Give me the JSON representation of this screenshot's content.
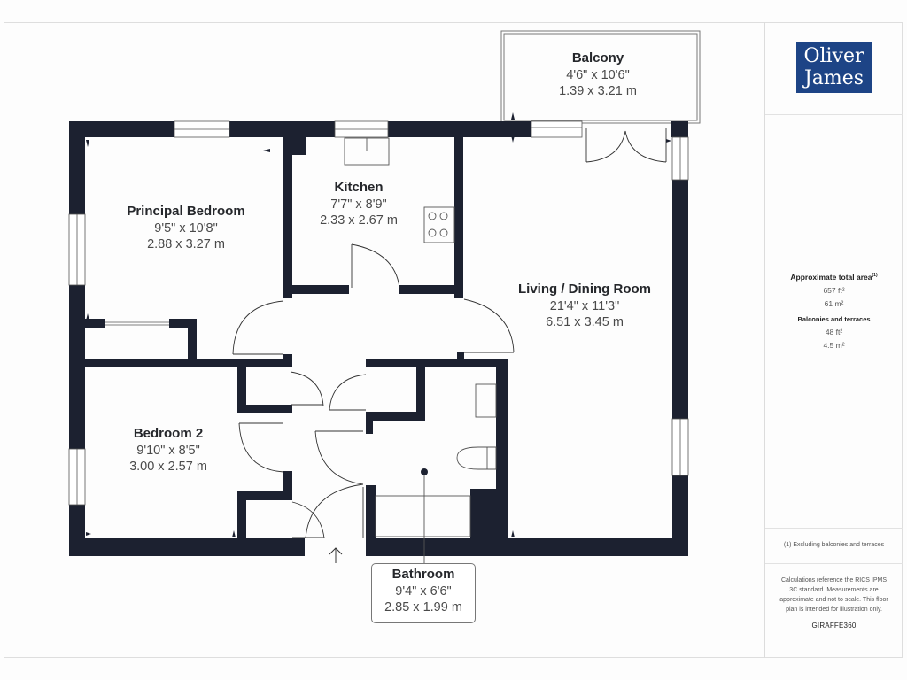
{
  "brand": {
    "logo_line1": "Oliver",
    "logo_line2": "James",
    "logo_color": "#1d4486",
    "footer_brand": "GIRAFFE360"
  },
  "rooms": [
    {
      "name": "Principal Bedroom",
      "imperial": "9'5\" x 10'8\"",
      "metric": "2.88 x 3.27 m"
    },
    {
      "name": "Kitchen",
      "imperial": "7'7\" x 8'9\"",
      "metric": "2.33 x 2.67 m"
    },
    {
      "name": "Balcony",
      "imperial": "4'6\" x 10'6\"",
      "metric": "1.39 x 3.21 m"
    },
    {
      "name": "Living / Dining Room",
      "imperial": "21'4\" x 11'3\"",
      "metric": "6.51 x 3.45 m"
    },
    {
      "name": "Bedroom 2",
      "imperial": "9'10\" x 8'5\"",
      "metric": "3.00 x 2.57 m"
    },
    {
      "name": "Bathroom",
      "imperial": "9'4\" x 6'6\"",
      "metric": "2.85 x 1.99 m"
    }
  ],
  "area": {
    "total_heading": "Approximate total area",
    "total_footnote_mark": "(1)",
    "total_ft": "657 ft²",
    "total_m": "61 m²",
    "balcony_heading": "Balconies and terraces",
    "balcony_ft": "48 ft²",
    "balcony_m": "4.5 m²"
  },
  "footnote": "(1) Excluding balconies and terraces",
  "disclaimer": "Calculations reference the RICS IPMS 3C standard. Measurements are approximate and not to scale. This floor plan is intended for illustration only.",
  "colors": {
    "wall": "#1c2130",
    "panel_border": "#dedede"
  },
  "icons": {
    "entrance": "up-arrow-icon"
  }
}
